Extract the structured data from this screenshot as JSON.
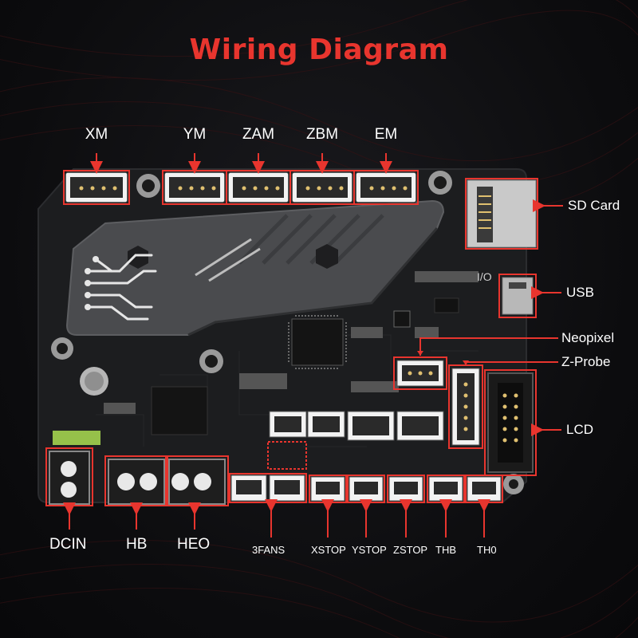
{
  "title": "Wiring Diagram",
  "accent_color": "#e8352e",
  "board_color": "#1c1d1f",
  "labels": {
    "top": [
      "XM",
      "YM",
      "ZAM",
      "ZBM",
      "EM"
    ],
    "right": {
      "sd_card": "SD Card",
      "usb": "USB",
      "neopixel": "Neopixel",
      "z_probe": "Z-Probe",
      "lcd": "LCD"
    },
    "power": [
      "DCIN",
      "HB",
      "HEO"
    ],
    "bottom": [
      "3FANS",
      "XSTOP",
      "YSTOP",
      "ZSTOP",
      "THB",
      "TH0"
    ]
  },
  "board_text": {
    "io_mark": "I/O"
  }
}
